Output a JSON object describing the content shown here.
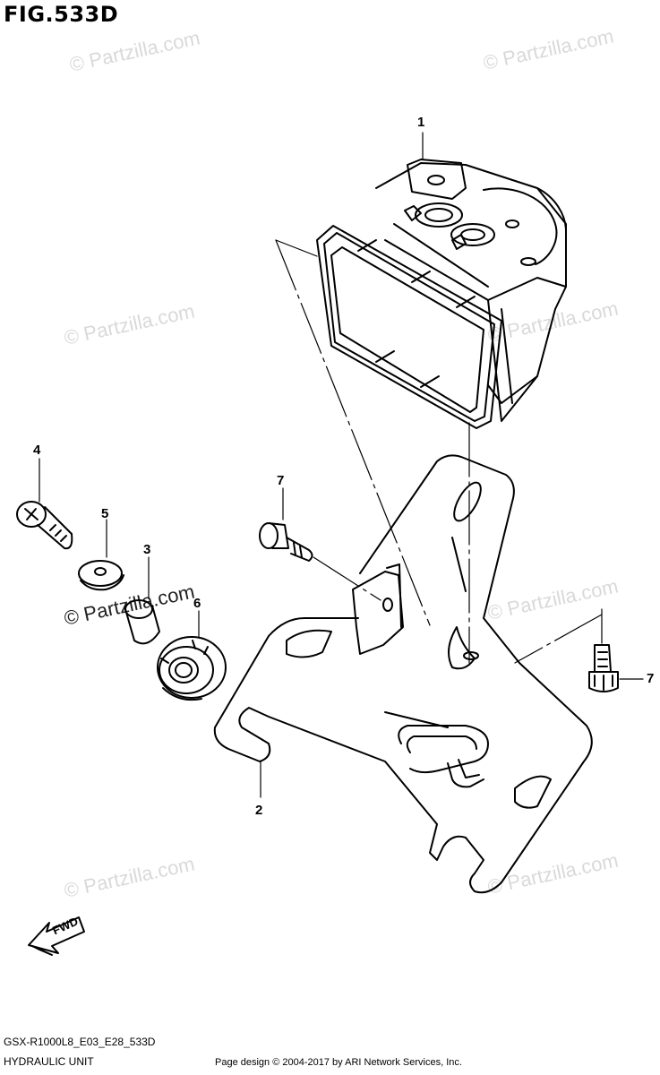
{
  "figure": {
    "title": "FIG.533D"
  },
  "watermark": {
    "text": "© Partzilla.com"
  },
  "callouts": {
    "c1": "1",
    "c2": "2",
    "c3": "3",
    "c4": "4",
    "c5": "5",
    "c6": "6",
    "c7a": "7",
    "c7b": "7"
  },
  "fwd_label": "FWD",
  "footer": {
    "code": "GSX-R1000L8_E03_E28_533D",
    "name": "HYDRAULIC UNIT",
    "copyright": "Page design © 2004-2017 by ARI Network Services, Inc."
  }
}
